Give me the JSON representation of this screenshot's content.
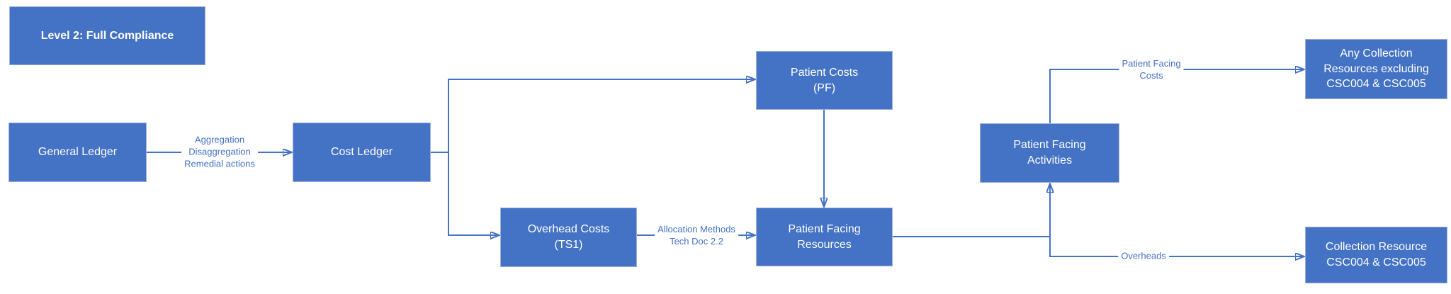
{
  "title": {
    "label": "Level 2: Full Compliance"
  },
  "nodes": {
    "general_ledger": {
      "label": "General Ledger"
    },
    "cost_ledger": {
      "label": "Cost Ledger"
    },
    "patient_costs": {
      "label": "Patient Costs\n(PF)"
    },
    "overhead_costs": {
      "label": "Overhead Costs\n(TS1)"
    },
    "patient_facing_resources": {
      "label": "Patient Facing\nResources"
    },
    "patient_facing_activities": {
      "label": "Patient Facing\nActivities"
    },
    "any_collection_resources": {
      "label": "Any Collection\nResources excluding\nCSC004 & CSC005"
    },
    "collection_resource": {
      "label": "Collection Resource\nCSC004 & CSC005"
    }
  },
  "edge_labels": {
    "aggregation": "Aggregation\nDisaggregation\nRemedial actions",
    "allocation_methods": "Allocation Methods\nTech Doc 2.2",
    "patient_facing_costs": "Patient Facing\nCosts",
    "overheads": "Overheads"
  },
  "colors": {
    "node_fill": "#4472C4",
    "node_border": "#9FB1DD",
    "node_text": "#FFFFFF",
    "connector": "#4472C4",
    "edge_label_text": "#4472C4",
    "background": "#FFFFFF"
  }
}
